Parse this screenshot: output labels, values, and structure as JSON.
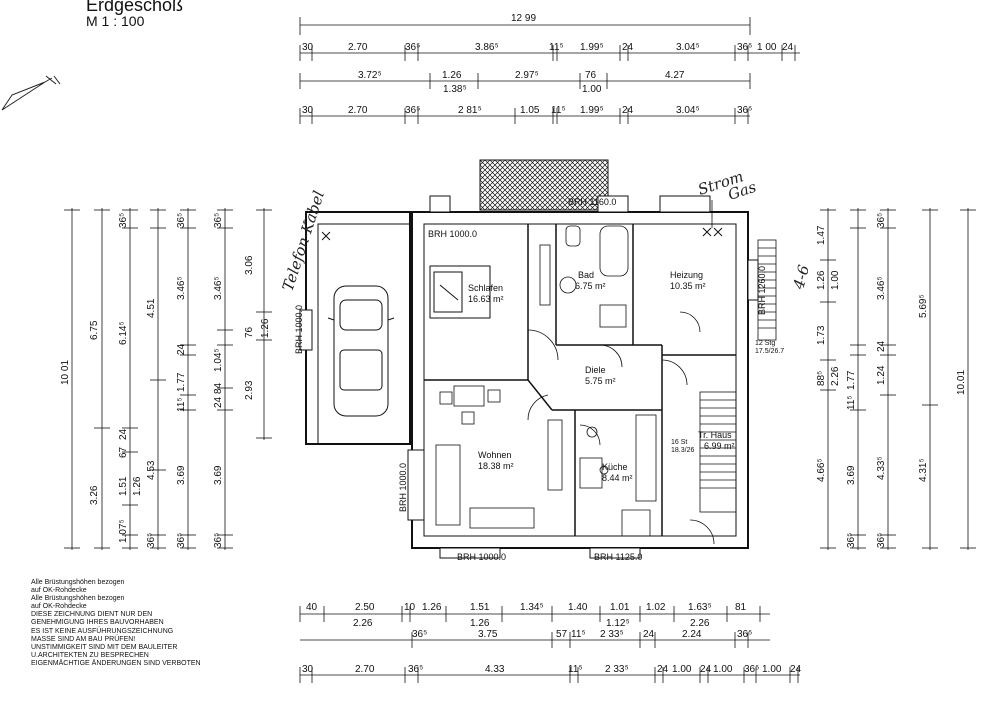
{
  "header": {
    "title": "Erdgeschoß",
    "scale": "M  1 : 100"
  },
  "top_dimensions": {
    "overall": "12 99",
    "row1": [
      "30",
      "2.70",
      "36⁵",
      "3.86⁵",
      "11⁵",
      "1.99⁵",
      "24",
      "3.04⁵",
      "36⁵",
      "1 00",
      "24"
    ],
    "row2": [
      "3.72⁵",
      "1.26",
      "1.38⁵",
      "2.97⁵",
      "76",
      "1.00",
      "4.27"
    ],
    "row3": [
      "30",
      "2.70",
      "36⁵",
      "2 81⁵",
      "1.05",
      "11⁵",
      "1.99⁵",
      "24",
      "3.04⁵",
      "36⁵"
    ]
  },
  "left_dimensions": {
    "overall": "10 01",
    "col1": [
      "6.75",
      "3.26"
    ],
    "col2": [
      "36⁵",
      "6.14⁵",
      "24",
      "67",
      "1.51",
      "1.07⁵"
    ],
    "col3": [
      "4.51",
      "4.53",
      "1.26",
      "36⁵"
    ],
    "col4": [
      "36⁵",
      "3.46⁵",
      "24",
      "1.77",
      "11⁵",
      "3.69",
      "36⁵"
    ],
    "col5": [
      "36⁵",
      "3.46⁵",
      "1.04⁵",
      "84",
      "24",
      "3.69",
      "36⁵"
    ],
    "col6": [
      "3.06",
      "76",
      "1.26",
      "2.93"
    ]
  },
  "right_dimensions": {
    "overall": "10.01",
    "col1": [
      "1.47",
      "1.26",
      "1.73",
      "88⁵",
      "2.26",
      "4.66⁵"
    ],
    "col2": [
      "1.00",
      "1.77",
      "11⁵",
      "3.69",
      "36⁵"
    ],
    "col3": [
      "36⁵",
      "3.46⁵",
      "24",
      "1.24",
      "4.33⁵",
      "36⁵"
    ],
    "col4": [
      "5.69⁵",
      "4.31⁵"
    ]
  },
  "bottom_dimensions": {
    "row1": [
      "40",
      "2.50",
      "10",
      "1.26",
      "1.51",
      "1.34⁵",
      "1.40",
      "1.01",
      "1.02",
      "1.63⁵",
      "81"
    ],
    "row1b": [
      "2.26",
      "1.26",
      "1.12⁵",
      "2.26"
    ],
    "row2": [
      "36⁵",
      "3.75",
      "57",
      "11⁵",
      "2 33⁵",
      "24",
      "2.24",
      "36⁵"
    ],
    "row3": [
      "30",
      "2.70",
      "36⁵",
      "4.33",
      "11⁵",
      "2 33⁵",
      "24",
      "1.00",
      "24",
      "1.00",
      "36⁵",
      "1.00",
      "24"
    ]
  },
  "rooms": [
    {
      "name": "Schlafen",
      "area": "16.63 m²"
    },
    {
      "name": "Bad",
      "area": "6.75 m²"
    },
    {
      "name": "Heizung",
      "area": "10.35 m²"
    },
    {
      "name": "Diele",
      "area": "5.75 m²"
    },
    {
      "name": "Wohnen",
      "area": "18.38 m²"
    },
    {
      "name": "Küche",
      "area": "8.44 m²"
    },
    {
      "name": "Tr. Haus",
      "area": "6.99 m²"
    }
  ],
  "windows": {
    "schlafen_top": "BRH 1000.0",
    "bad_top": "BRH 1160.0",
    "garage_left": "BRH 1000.0",
    "wohnen_left": "BRH 1000.0",
    "wohnen_bottom": "BRH 1000.0",
    "kueche_bottom": "BRH 1125.0",
    "heizung_right": "BRH 1260.0"
  },
  "stair": {
    "note1": "12 Stg",
    "note2": "17.5/26.7",
    "note3": "16 St",
    "note4": "18.3/26"
  },
  "handwritten": {
    "telefon": "Telefon-Kabel",
    "strom": "Strom",
    "gas": "Gas",
    "n6": "4-6"
  },
  "notes": [
    "Alle Brüstungshöhen bezogen",
    "auf OK-Rohdecke",
    "Alle Brüstungshöhen bezogen",
    "auf OK-Rohdecke",
    "DIESE ZEICHNUNG DIENT NUR DEN",
    "GENEHMIGUNG IHRES BAUVORHABEN",
    "ES IST KEINE AUSFÜHRUNGSZEICHNUNG",
    "MASSE SIND AM BAU PRÜFEN!",
    "UNSTIMMIGKEIT SIND MIT DEM BAULEITER",
    "U.ARCHITEKTEN ZU BESPRECHEN",
    "EIGENMÄCHTIGE ÄNDERUNGEN SIND VERBOTEN"
  ]
}
